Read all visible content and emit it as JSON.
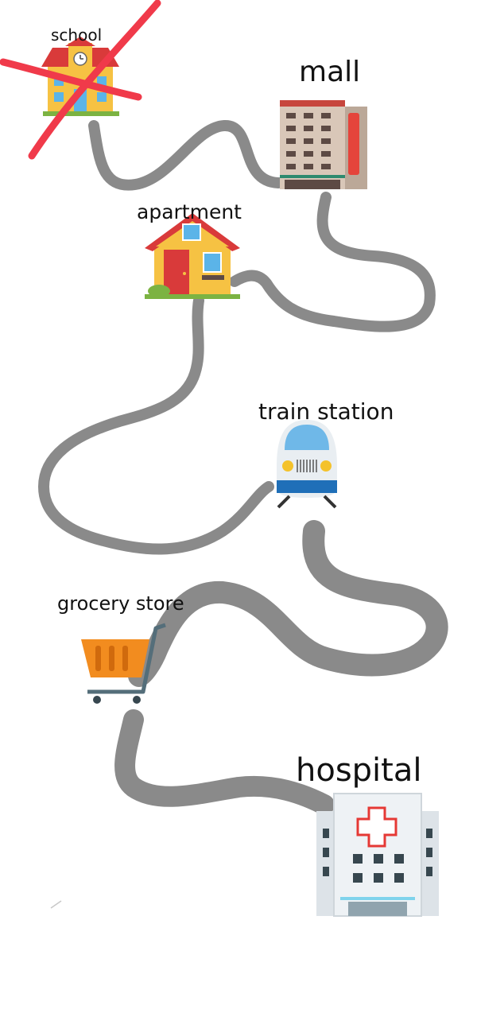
{
  "locations": [
    {
      "id": "school",
      "label": "school",
      "icon": "school-icon",
      "crossed_out": true
    },
    {
      "id": "mall",
      "label": "mall",
      "icon": "office-building-icon",
      "crossed_out": false
    },
    {
      "id": "apartment",
      "label": "apartment",
      "icon": "house-icon",
      "crossed_out": false
    },
    {
      "id": "train-station",
      "label": "train station",
      "icon": "train-icon",
      "crossed_out": false
    },
    {
      "id": "grocery-store",
      "label": "grocery store",
      "icon": "shopping-cart-icon",
      "crossed_out": false
    },
    {
      "id": "hospital",
      "label": "hospital",
      "icon": "hospital-icon",
      "crossed_out": false
    }
  ],
  "colors": {
    "path": "#8a8a8a",
    "cross": "#f03a4a",
    "background": "#ffffff"
  }
}
